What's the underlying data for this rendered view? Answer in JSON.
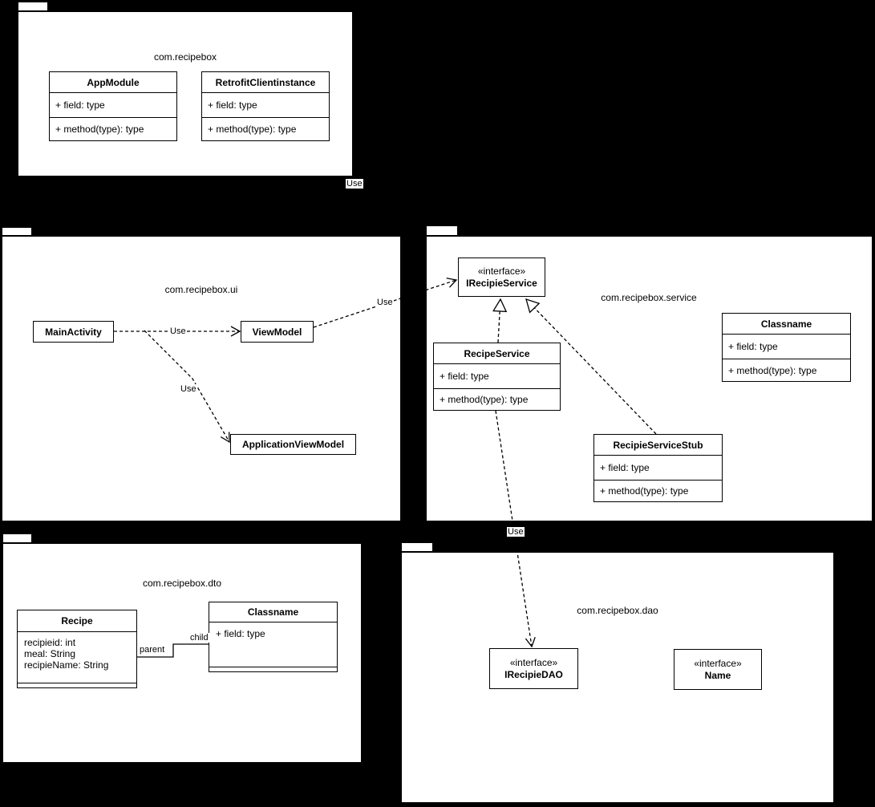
{
  "colors": {
    "background": "#000000",
    "shape_fill": "#ffffff",
    "stroke": "#000000"
  },
  "packages": [
    {
      "title": "com.recipebox"
    },
    {
      "title": "com.recipebox.ui"
    },
    {
      "title": "com.recipebox.service"
    },
    {
      "title": "com.recipebox.dto"
    },
    {
      "title": "com.recipebox.dao"
    }
  ],
  "classes": {
    "appmodule": {
      "title": "AppModule",
      "field": "+ field: type",
      "method": "+ method(type): type"
    },
    "retrofit": {
      "title": "RetrofitClientinstance",
      "field": "+ field: type",
      "method": "+ method(type): type"
    },
    "mainactivity": {
      "title": "MainActivity"
    },
    "viewmodel": {
      "title": "ViewModel"
    },
    "applicationviewmodel": {
      "title": "ApplicationViewModel"
    },
    "irecipieservice": {
      "stereotype": "«interface»",
      "title": "IRecipieService"
    },
    "recipeservice": {
      "title": "RecipeService",
      "field": "+ field: type",
      "method": "+ method(type): type"
    },
    "recipieservicestub": {
      "title": "RecipieServiceStub",
      "field": "+ field: type",
      "method": "+ method(type): type"
    },
    "service_classname": {
      "title": "Classname",
      "field": "+ field: type",
      "method": "+ method(type): type"
    },
    "recipe": {
      "title": "Recipe",
      "attributes": [
        "recipieid: int",
        "meal: String",
        "recipieName: String"
      ]
    },
    "dto_classname": {
      "title": "Classname",
      "field": "+ field: type"
    },
    "irecipiedao": {
      "stereotype": "«interface»",
      "title": "IRecipieDAO"
    },
    "name_interface": {
      "stereotype": "«interface»",
      "title": "Name"
    }
  },
  "labels": {
    "use_top": "Use",
    "use_main_viewmodel": "Use",
    "use_main_appvm": "Use",
    "use_vm_service": "Use",
    "use_service_dao": "Use",
    "parent": "parent",
    "child": "child"
  }
}
